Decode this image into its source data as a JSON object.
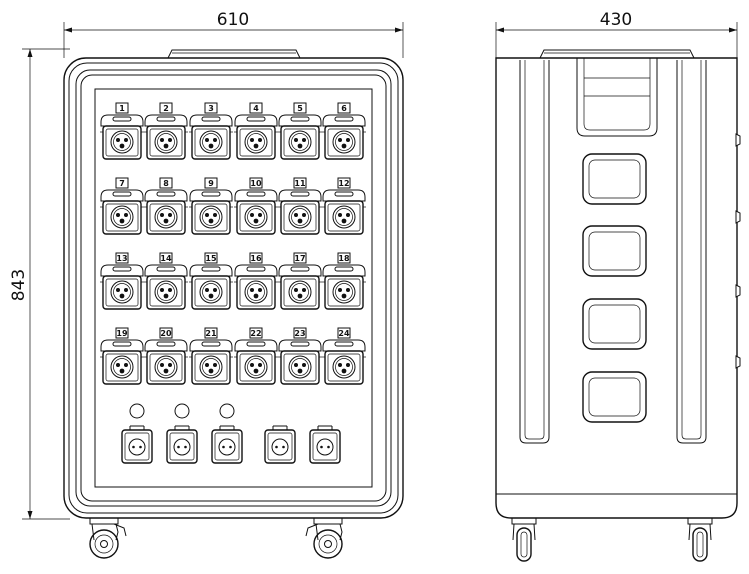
{
  "dimensions": {
    "front_width": "610",
    "side_width": "430",
    "height": "843"
  },
  "socket_numbers": [
    "1",
    "2",
    "3",
    "4",
    "5",
    "6",
    "7",
    "8",
    "9",
    "10",
    "11",
    "12",
    "13",
    "14",
    "15",
    "16",
    "17",
    "18",
    "19",
    "20",
    "21",
    "22",
    "23",
    "24"
  ],
  "small_socket_count": 5,
  "indicator_light_count": 3,
  "side_window_count": 4,
  "colors": {
    "line": "#111111",
    "background": "#ffffff"
  }
}
